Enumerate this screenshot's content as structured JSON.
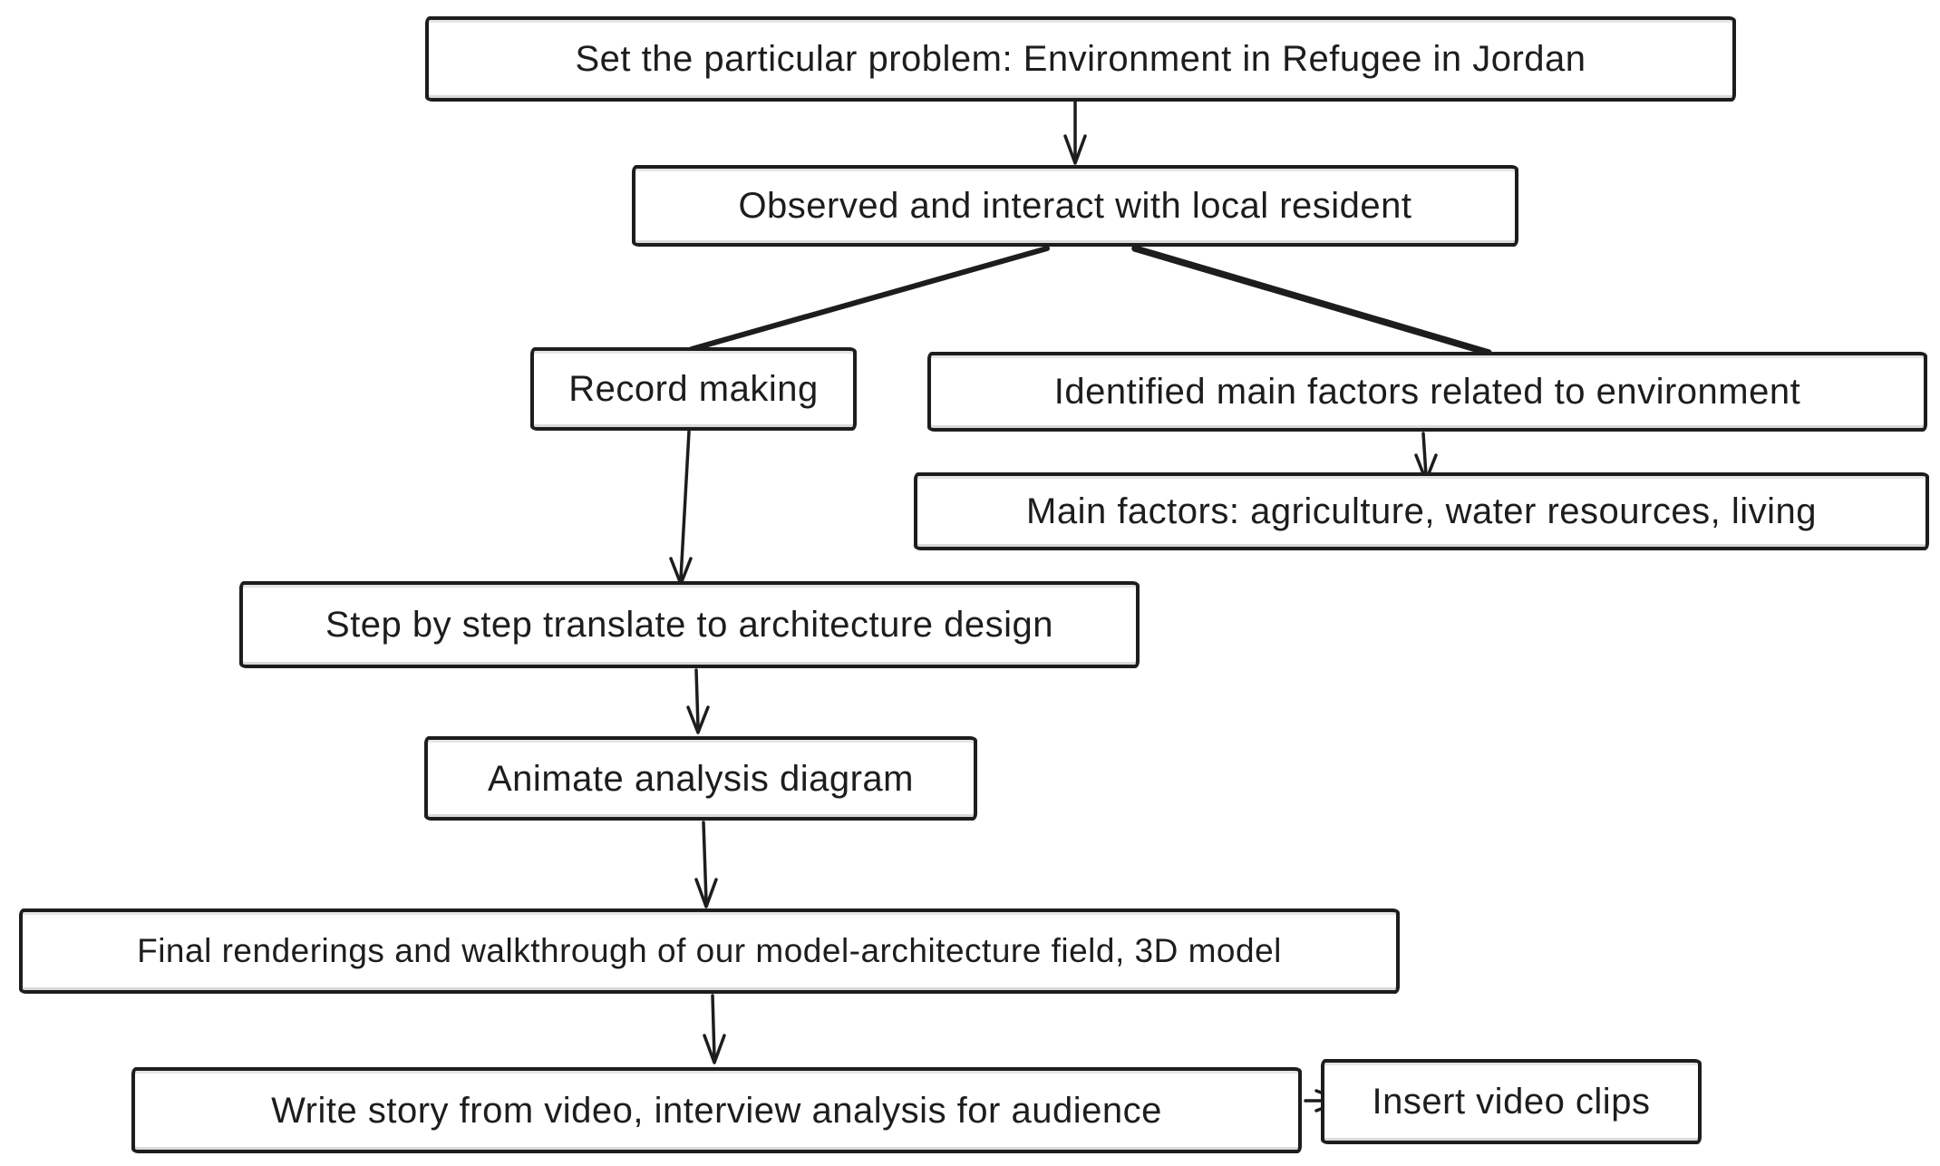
{
  "diagram": {
    "background_color": "#ffffff",
    "stroke_color": "#1d1d1d",
    "style": "hand-drawn flowchart",
    "nodes": [
      {
        "id": "set-problem",
        "label": "Set the particular problem: Environment in Refugee in Jordan"
      },
      {
        "id": "observed-interact",
        "label": "Observed and interact with local resident"
      },
      {
        "id": "record-making",
        "label": "Record making"
      },
      {
        "id": "identified-factors",
        "label": "Identified main factors related to environment"
      },
      {
        "id": "main-factors",
        "label": "Main factors: agriculture, water resources, living"
      },
      {
        "id": "translate-architecture",
        "label": "Step by step translate to architecture design"
      },
      {
        "id": "animate-diagram",
        "label": "Animate analysis diagram"
      },
      {
        "id": "final-renderings",
        "label": "Final renderings and walkthrough of our model-architecture field, 3D model"
      },
      {
        "id": "write-story",
        "label": "Write story from video, interview analysis for audience"
      },
      {
        "id": "insert-clips",
        "label": "Insert video clips"
      }
    ],
    "edges": [
      {
        "from": "set-problem",
        "to": "observed-interact",
        "arrowhead": true
      },
      {
        "from": "observed-interact",
        "to": "record-making",
        "arrowhead": false
      },
      {
        "from": "observed-interact",
        "to": "identified-factors",
        "arrowhead": false
      },
      {
        "from": "identified-factors",
        "to": "main-factors",
        "arrowhead": true
      },
      {
        "from": "record-making",
        "to": "translate-architecture",
        "arrowhead": true
      },
      {
        "from": "translate-architecture",
        "to": "animate-diagram",
        "arrowhead": true
      },
      {
        "from": "animate-diagram",
        "to": "final-renderings",
        "arrowhead": true
      },
      {
        "from": "final-renderings",
        "to": "write-story",
        "arrowhead": true
      },
      {
        "from": "write-story",
        "to": "insert-clips",
        "arrowhead": true
      }
    ]
  }
}
